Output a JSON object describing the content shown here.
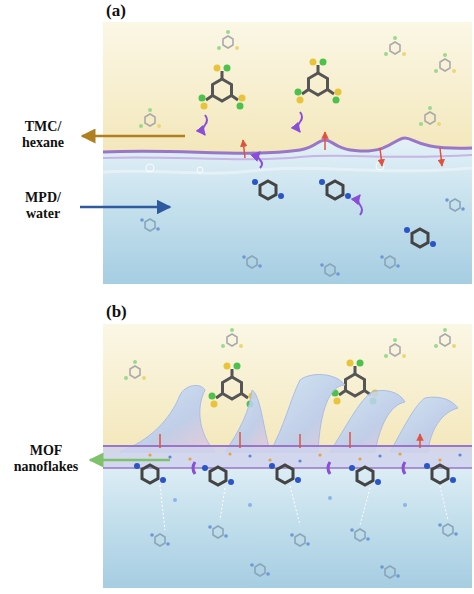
{
  "diagram": {
    "labels": [
      "(a)",
      "TMC/ hexane",
      "MPD/ water",
      "(b)",
      "MOF nanoflakes"
    ]
  }
}
